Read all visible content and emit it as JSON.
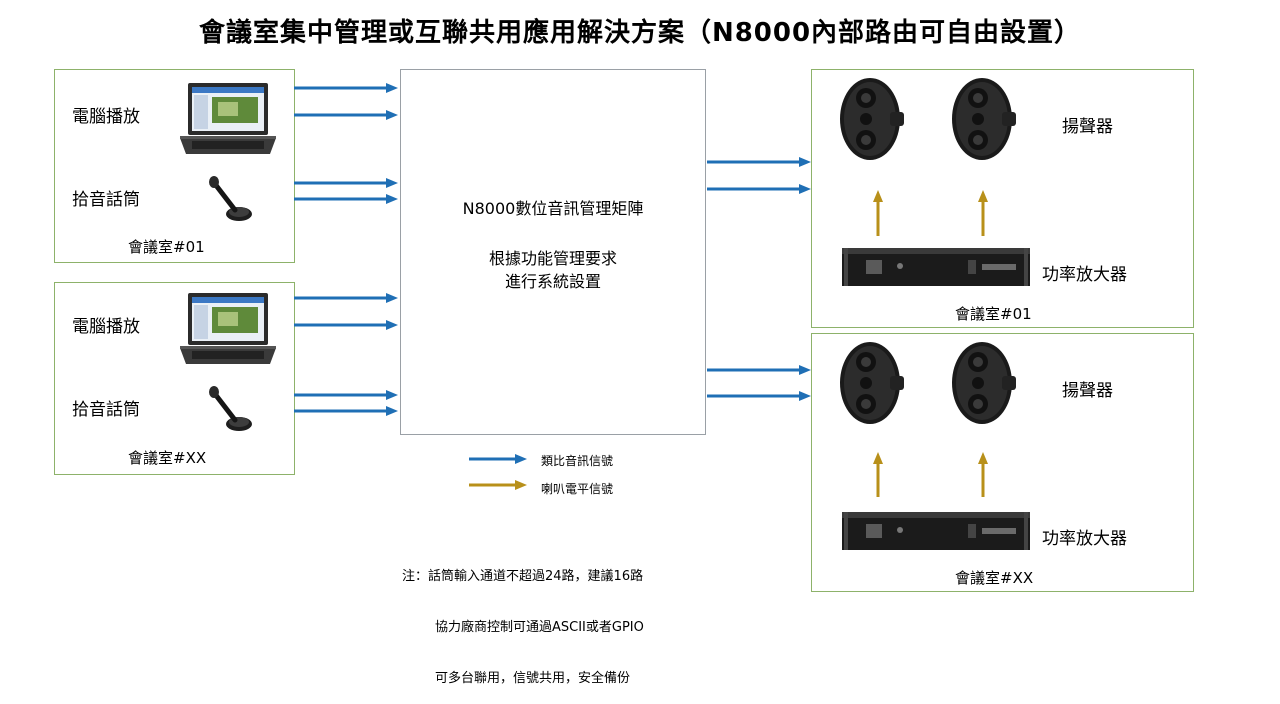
{
  "title": "會議室集中管理或互聯共用應用解決方案（N8000內部路由可自由設置）",
  "left_rooms": [
    {
      "pc_label": "電腦播放",
      "mic_label": "拾音話筒",
      "room_label": "會議室#01"
    },
    {
      "pc_label": "電腦播放",
      "mic_label": "拾音話筒",
      "room_label": "會議室#XX"
    }
  ],
  "matrix": {
    "line1": "N8000數位音訊管理矩陣",
    "line2": "根據功能管理要求",
    "line3": "進行系統設置"
  },
  "right_rooms": [
    {
      "speaker_label": "揚聲器",
      "amp_label": "功率放大器",
      "room_label": "會議室#01"
    },
    {
      "speaker_label": "揚聲器",
      "amp_label": "功率放大器",
      "room_label": "會議室#XX"
    }
  ],
  "legend": {
    "analog": "類比音訊信號",
    "speaker_level": "喇叭電平信號"
  },
  "note": {
    "line1": "注：話筒輸入通道不超過24路，建議16路",
    "line2": "協力廠商控制可通過ASCII或者GPIO",
    "line3": "可多台聯用，信號共用，安全備份"
  },
  "colors": {
    "analog_arrow": "#1f6fb5",
    "speaker_arrow": "#b8901a",
    "room_border": "#8db26a"
  }
}
